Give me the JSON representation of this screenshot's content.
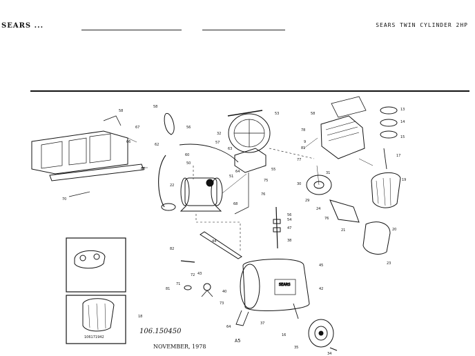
{
  "header": {
    "left_text": "SEARS ... ",
    "right_text": "SEARS TWIN CYLINDER 2HP"
  },
  "footer": {
    "date": "NOVEMBER, 1978",
    "page": "A5",
    "handwritten_note": "106.150450"
  },
  "inset": {
    "part_number": "106171942"
  },
  "tank": {
    "brand": "SEARS"
  },
  "callouts": [
    {
      "n": "58"
    },
    {
      "n": "67"
    },
    {
      "n": "66"
    },
    {
      "n": "65"
    },
    {
      "n": "70"
    },
    {
      "n": "58"
    },
    {
      "n": "56"
    },
    {
      "n": "62"
    },
    {
      "n": "60"
    },
    {
      "n": "50"
    },
    {
      "n": "22"
    },
    {
      "n": "51"
    },
    {
      "n": "68"
    },
    {
      "n": "32"
    },
    {
      "n": "57"
    },
    {
      "n": "53"
    },
    {
      "n": "63"
    },
    {
      "n": "64"
    },
    {
      "n": "55"
    },
    {
      "n": "75"
    },
    {
      "n": "76"
    },
    {
      "n": "58"
    },
    {
      "n": "78"
    },
    {
      "n": "9"
    },
    {
      "n": "77"
    },
    {
      "n": "81"
    },
    {
      "n": "31"
    },
    {
      "n": "30"
    },
    {
      "n": "29"
    },
    {
      "n": "24"
    },
    {
      "n": "76"
    },
    {
      "n": "13"
    },
    {
      "n": "14"
    },
    {
      "n": "15"
    },
    {
      "n": "17"
    },
    {
      "n": "19"
    },
    {
      "n": "20"
    },
    {
      "n": "21"
    },
    {
      "n": "23"
    },
    {
      "n": "56"
    },
    {
      "n": "54"
    },
    {
      "n": "47"
    },
    {
      "n": "38"
    },
    {
      "n": "44"
    },
    {
      "n": "82"
    },
    {
      "n": "43"
    },
    {
      "n": "71"
    },
    {
      "n": "72"
    },
    {
      "n": "73"
    },
    {
      "n": "81"
    },
    {
      "n": "40"
    },
    {
      "n": "42"
    },
    {
      "n": "45"
    },
    {
      "n": "37"
    },
    {
      "n": "16"
    },
    {
      "n": "35"
    },
    {
      "n": "34"
    },
    {
      "n": "64"
    },
    {
      "n": "18"
    }
  ]
}
